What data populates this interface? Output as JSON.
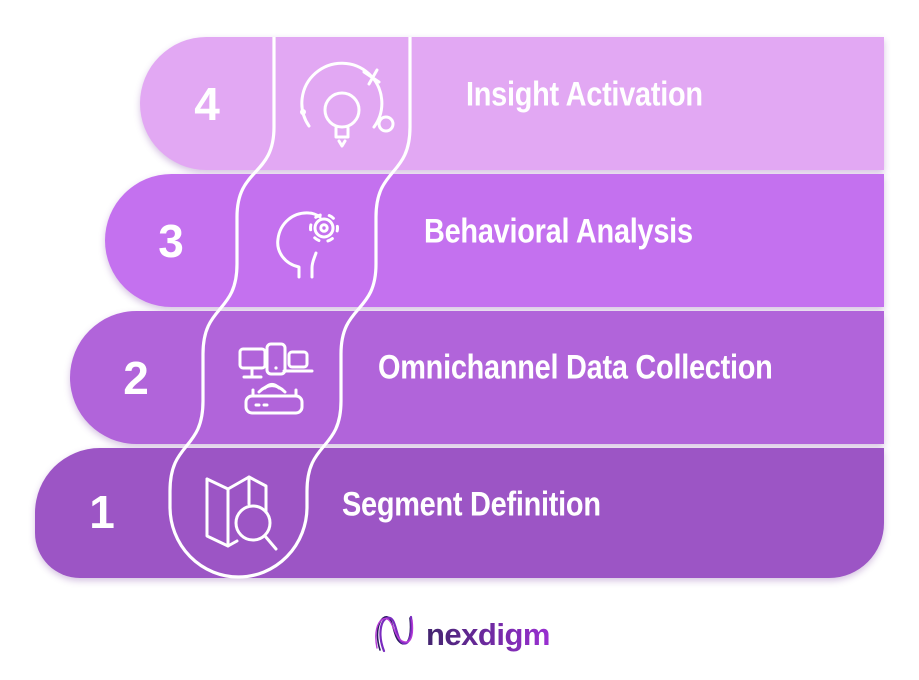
{
  "diagram_title": "",
  "steps": [
    {
      "number": "4",
      "label": "Insight Activation",
      "icon": "insight-lightbulb-icon",
      "color": "#e2a8f3"
    },
    {
      "number": "3",
      "label": "Behavioral Analysis",
      "icon": "cognitive-gear-head-icon",
      "color": "#c471ef"
    },
    {
      "number": "2",
      "label": "Omnichannel Data Collection",
      "icon": "omnichannel-devices-icon",
      "color": "#b164da"
    },
    {
      "number": "1",
      "label": "Segment Definition",
      "icon": "map-search-icon",
      "color": "#9c55c5"
    }
  ],
  "footer": {
    "logo_text": "nexdigm"
  },
  "colors": {
    "background": "#ffffff",
    "text_on_bars": "#ffffff",
    "divider_line": "#ffffff",
    "step_4_fill": "#e2a8f3",
    "step_3_fill": "#c471ef",
    "step_2_fill": "#b164da",
    "step_1_fill": "#9c55c5",
    "logo_gradient_start": "#42246e",
    "logo_gradient_end": "#9a2fd2"
  }
}
